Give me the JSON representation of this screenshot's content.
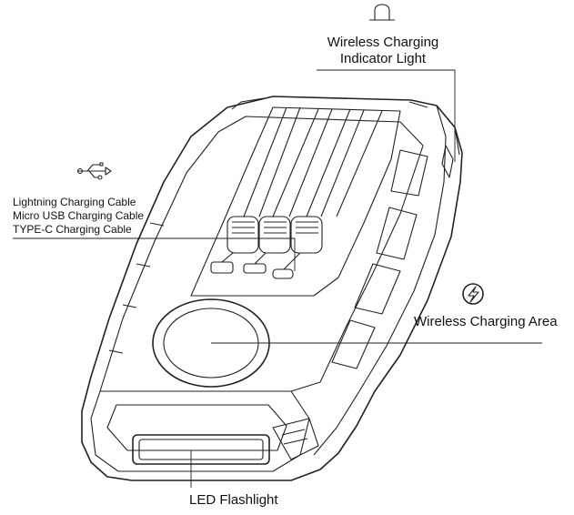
{
  "labels": {
    "wireless_indicator": [
      "Wireless Charging",
      "Indicator Light"
    ],
    "cables": [
      "Lightning Charging Cable",
      "Micro USB Charging Cable",
      "TYPE-C Charging Cable"
    ],
    "wireless_area": "Wireless Charging Area",
    "flashlight": "LED Flashlight"
  },
  "icons": {
    "indicator": "indicator-light-icon",
    "usb": "usb-icon",
    "wireless": "lightning-bolt-icon"
  },
  "colors": {
    "line": "#222222",
    "background": "#ffffff"
  }
}
